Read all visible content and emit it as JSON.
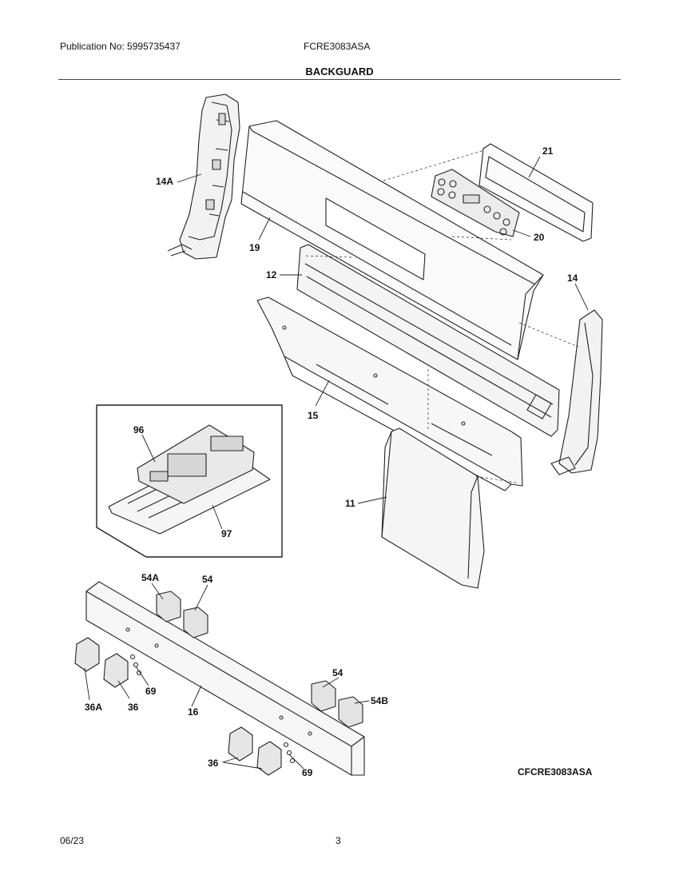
{
  "header": {
    "publication": "Publication No: 5995735437",
    "model": "FCRE3083ASA",
    "title": "BACKGUARD"
  },
  "callouts": {
    "c14a": "14A",
    "c19": "19",
    "c21": "21",
    "c20": "20",
    "c12": "12",
    "c14": "14",
    "c15": "15",
    "c96": "96",
    "c97": "97",
    "c11": "11",
    "c54a": "54A",
    "c54_top": "54",
    "c54_mid": "54",
    "c54b": "54B",
    "c69_left": "69",
    "c69_right": "69",
    "c36a": "36A",
    "c36_left": "36",
    "c36_bottom": "36",
    "c16": "16"
  },
  "footer": {
    "drawing_id": "CFCRE3083ASA",
    "date": "06/23",
    "page": "3"
  }
}
